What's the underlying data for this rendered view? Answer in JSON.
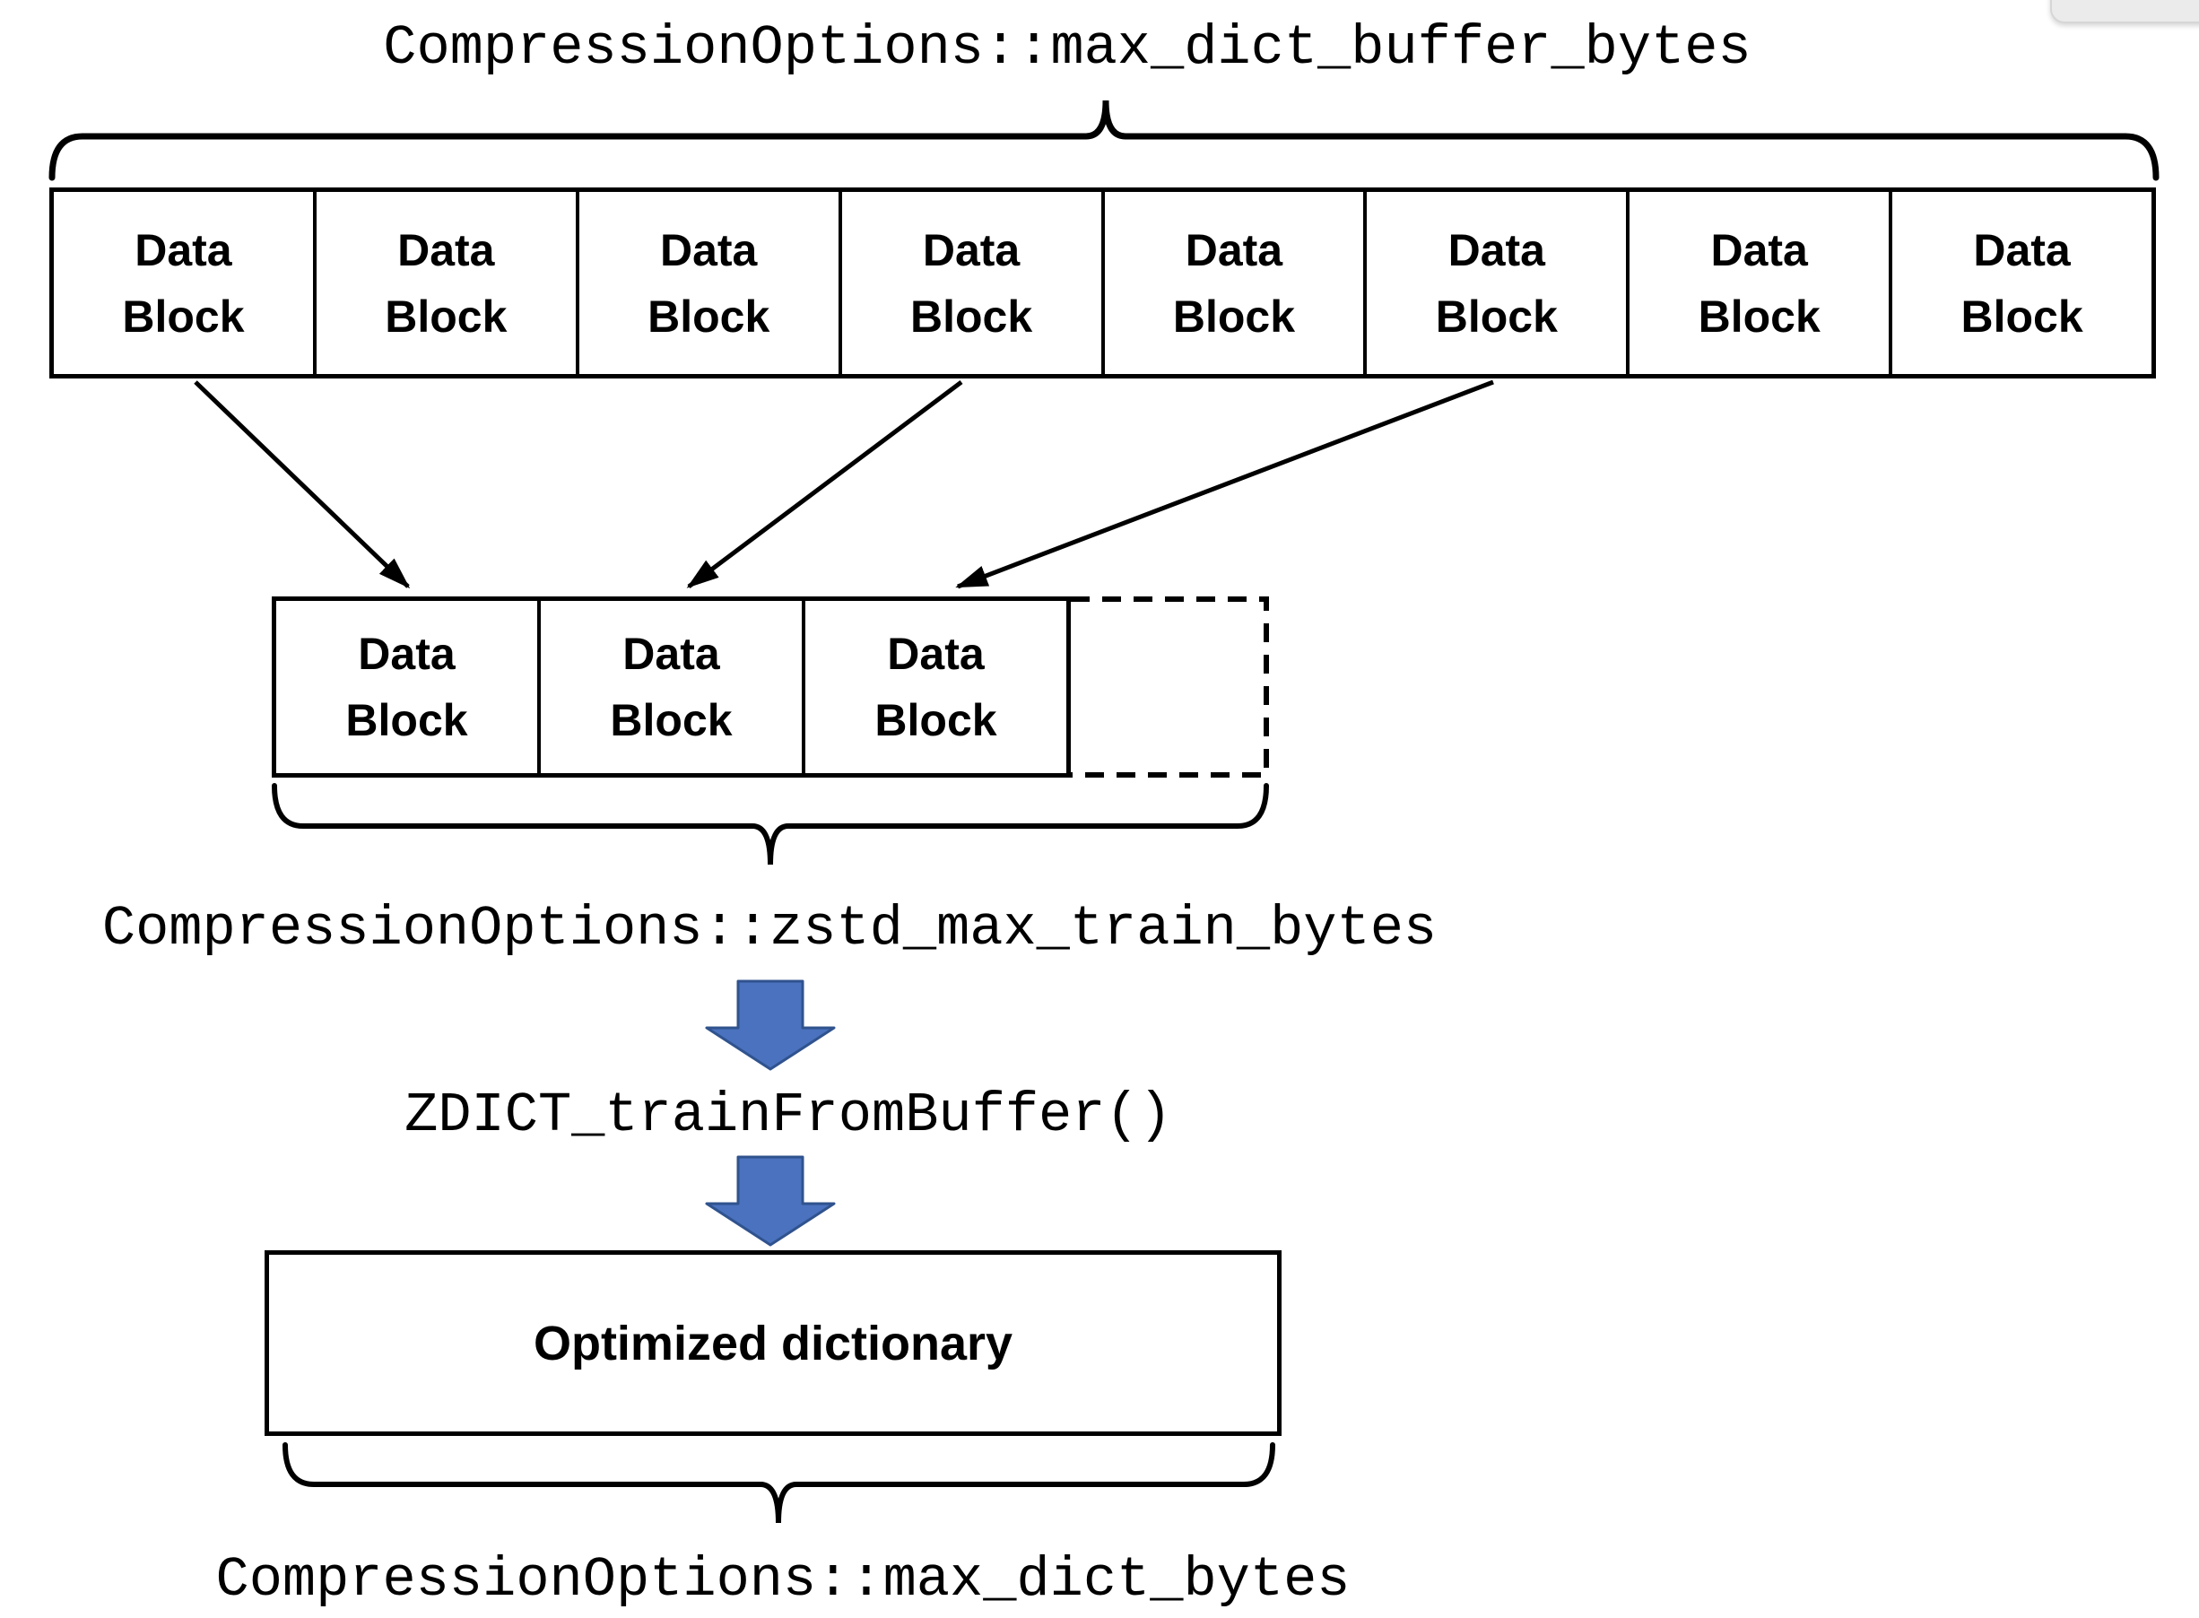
{
  "diagram": {
    "top_buffer_label": "CompressionOptions::max_dict_buffer_bytes",
    "buffer_row_blocks": [
      "Data\nBlock",
      "Data\nBlock",
      "Data\nBlock",
      "Data\nBlock",
      "Data\nBlock",
      "Data\nBlock",
      "Data\nBlock",
      "Data\nBlock"
    ],
    "sample_row_blocks": [
      "Data\nBlock",
      "Data\nBlock",
      "Data\nBlock"
    ],
    "train_bytes_label": "CompressionOptions::zstd_max_train_bytes",
    "train_function_label": "ZDICT_trainFromBuffer()",
    "dictionary_box_label": "Optimized dictionary",
    "max_dict_label": "CompressionOptions::max_dict_bytes",
    "colors": {
      "line": "#000000",
      "background": "#FFFFFF",
      "block_arrow_fill": "#4A72BE",
      "block_arrow_outline": "#30538E",
      "corner_widget_fill": "#EBEBEB",
      "corner_widget_border": "#D6D6D6"
    }
  }
}
